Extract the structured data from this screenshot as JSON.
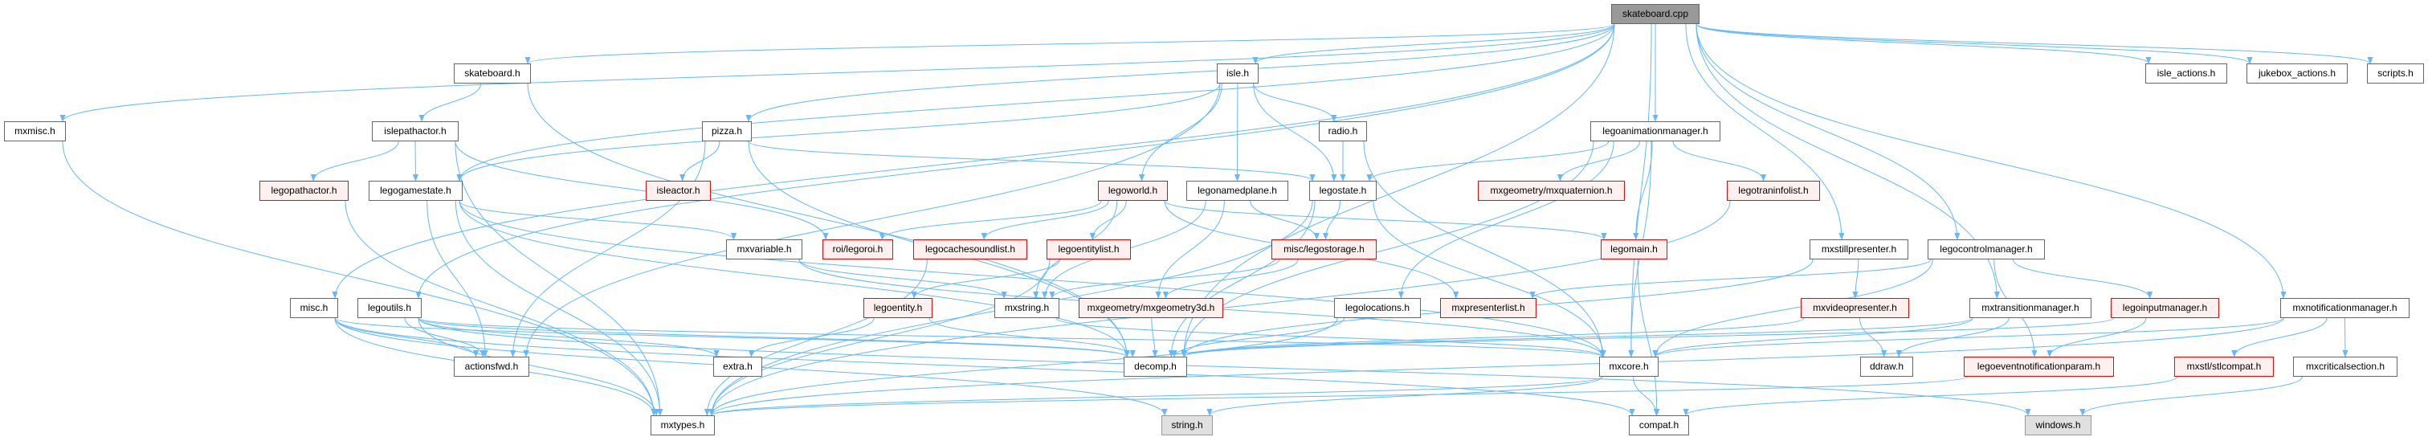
{
  "colors": {
    "edge": "#63b8ff",
    "border": "#666666",
    "incomplete_border": "#ff0000",
    "incomplete_fill": "#fff0f0",
    "system_fill": "#e0e0e0",
    "root_fill": "#999999"
  },
  "nodes": {
    "skateboard_cpp": {
      "label": "skateboard.cpp",
      "kind": "root"
    },
    "mxmisc_h": {
      "label": "mxmisc.h",
      "kind": "normal"
    },
    "skateboard_h": {
      "label": "skateboard.h",
      "kind": "normal"
    },
    "islepathactor_h": {
      "label": "islepathactor.h",
      "kind": "normal"
    },
    "legopathactor_h": {
      "label": "legopathactor.h",
      "kind": "red"
    },
    "legogamestate_h": {
      "label": "legogamestate.h",
      "kind": "normal"
    },
    "misc_h": {
      "label": "misc.h",
      "kind": "normal"
    },
    "legoutils_h": {
      "label": "legoutils.h",
      "kind": "normal"
    },
    "actionsfwd_h": {
      "label": "actionsfwd.h",
      "kind": "normal"
    },
    "pizza_h": {
      "label": "pizza.h",
      "kind": "normal"
    },
    "isleactor_h": {
      "label": "isleactor.h",
      "kind": "red"
    },
    "isle_h": {
      "label": "isle.h",
      "kind": "normal"
    },
    "legoworld_h": {
      "label": "legoworld.h",
      "kind": "red"
    },
    "legonamedplane_h": {
      "label": "legonamedplane.h",
      "kind": "normal"
    },
    "mxvariable_h": {
      "label": "mxvariable.h",
      "kind": "normal"
    },
    "legoroi_h": {
      "label": "roi/legoroi.h",
      "kind": "red"
    },
    "legocachesoundlist_h": {
      "label": "legocachesoundlist.h",
      "kind": "red"
    },
    "legoentitylist_h": {
      "label": "legoentitylist.h",
      "kind": "red"
    },
    "legoentity_h": {
      "label": "legoentity.h",
      "kind": "red"
    },
    "mxstring_h": {
      "label": "mxstring.h",
      "kind": "normal"
    },
    "mxgeometry3d_h": {
      "label": "mxgeometry/mxgeometry3d.h",
      "kind": "red"
    },
    "extra_h": {
      "label": "extra.h",
      "kind": "normal"
    },
    "decomp_h": {
      "label": "decomp.h",
      "kind": "normal"
    },
    "mxtypes_h": {
      "label": "mxtypes.h",
      "kind": "normal"
    },
    "string_h": {
      "label": "string.h",
      "kind": "system"
    },
    "radio_h": {
      "label": "radio.h",
      "kind": "normal"
    },
    "legoanimationmanager_h": {
      "label": "legoanimationmanager.h",
      "kind": "normal"
    },
    "legostate_h": {
      "label": "legostate.h",
      "kind": "normal"
    },
    "mxquaternion_h": {
      "label": "mxgeometry/mxquaternion.h",
      "kind": "red"
    },
    "legotraninfolist_h": {
      "label": "legotraninfolist.h",
      "kind": "red"
    },
    "legostorage_h": {
      "label": "misc/legostorage.h",
      "kind": "red"
    },
    "legomain_h": {
      "label": "legomain.h",
      "kind": "red"
    },
    "mxstillpresenter_h": {
      "label": "mxstillpresenter.h",
      "kind": "normal"
    },
    "legolocations_h": {
      "label": "legolocations.h",
      "kind": "normal"
    },
    "mxpresenterlist_h": {
      "label": "mxpresenterlist.h",
      "kind": "red"
    },
    "mxvideopresenter_h": {
      "label": "mxvideopresenter.h",
      "kind": "red"
    },
    "mxcore_h": {
      "label": "mxcore.h",
      "kind": "normal"
    },
    "compat_h": {
      "label": "compat.h",
      "kind": "normal"
    },
    "isle_actions_h": {
      "label": "isle_actions.h",
      "kind": "normal"
    },
    "jukebox_actions_h": {
      "label": "jukebox_actions.h",
      "kind": "normal"
    },
    "scripts_h": {
      "label": "scripts.h",
      "kind": "normal"
    },
    "legocontrolmanager_h": {
      "label": "legocontrolmanager.h",
      "kind": "normal"
    },
    "mxtransitionmanager_h": {
      "label": "mxtransitionmanager.h",
      "kind": "normal"
    },
    "legoinputmanager_h": {
      "label": "legoinputmanager.h",
      "kind": "red"
    },
    "mxnotificationmanager_h": {
      "label": "mxnotificationmanager.h",
      "kind": "normal"
    },
    "ddraw_h": {
      "label": "ddraw.h",
      "kind": "normal"
    },
    "legoeventnotificationparam_h": {
      "label": "legoeventnotificationparam.h",
      "kind": "red"
    },
    "stlcompat_h": {
      "label": "mxstl/stlcompat.h",
      "kind": "red"
    },
    "mxcriticalsection_h": {
      "label": "mxcriticalsection.h",
      "kind": "normal"
    },
    "windows_h": {
      "label": "windows.h",
      "kind": "system"
    }
  },
  "edges": [
    [
      "skateboard_cpp",
      "mxmisc_h"
    ],
    [
      "skateboard_cpp",
      "skateboard_h"
    ],
    [
      "skateboard_cpp",
      "misc_h"
    ],
    [
      "skateboard_cpp",
      "legoutils_h"
    ],
    [
      "skateboard_cpp",
      "decomp_h"
    ],
    [
      "skateboard_cpp",
      "pizza_h"
    ],
    [
      "skateboard_cpp",
      "isle_h"
    ],
    [
      "skateboard_cpp",
      "legogamestate_h"
    ],
    [
      "skateboard_cpp",
      "legoanimationmanager_h"
    ],
    [
      "skateboard_cpp",
      "mxstillpresenter_h"
    ],
    [
      "skateboard_cpp",
      "legocontrolmanager_h"
    ],
    [
      "skateboard_cpp",
      "mxtransitionmanager_h"
    ],
    [
      "skateboard_cpp",
      "mxnotificationmanager_h"
    ],
    [
      "skateboard_cpp",
      "mxcore_h"
    ],
    [
      "skateboard_cpp",
      "isle_actions_h"
    ],
    [
      "skateboard_cpp",
      "jukebox_actions_h"
    ],
    [
      "skateboard_cpp",
      "scripts_h"
    ],
    [
      "skateboard_h",
      "islepathactor_h"
    ],
    [
      "skateboard_h",
      "decomp_h"
    ],
    [
      "islepathactor_h",
      "legopathactor_h"
    ],
    [
      "islepathactor_h",
      "legogamestate_h"
    ],
    [
      "islepathactor_h",
      "legoroi_h"
    ],
    [
      "islepathactor_h",
      "mxtypes_h"
    ],
    [
      "legopathactor_h",
      "mxtypes_h"
    ],
    [
      "legogamestate_h",
      "actionsfwd_h"
    ],
    [
      "legogamestate_h",
      "decomp_h"
    ],
    [
      "legogamestate_h",
      "mxtypes_h"
    ],
    [
      "legogamestate_h",
      "mxvariable_h"
    ],
    [
      "legogamestate_h",
      "mxcore_h"
    ],
    [
      "misc_h",
      "actionsfwd_h"
    ],
    [
      "misc_h",
      "decomp_h"
    ],
    [
      "misc_h",
      "mxtypes_h"
    ],
    [
      "misc_h",
      "compat_h"
    ],
    [
      "misc_h",
      "string_h"
    ],
    [
      "legoutils_h",
      "actionsfwd_h"
    ],
    [
      "legoutils_h",
      "decomp_h"
    ],
    [
      "legoutils_h",
      "extra_h"
    ],
    [
      "legoutils_h",
      "mxtypes_h"
    ],
    [
      "legoutils_h",
      "windows_h"
    ],
    [
      "legoutils_h",
      "mxcore_h"
    ],
    [
      "mxmisc_h",
      "mxtypes_h"
    ],
    [
      "pizza_h",
      "isleactor_h"
    ],
    [
      "pizza_h",
      "legostate_h"
    ],
    [
      "pizza_h",
      "decomp_h"
    ],
    [
      "pizza_h",
      "actionsfwd_h"
    ],
    [
      "isle_h",
      "legoworld_h"
    ],
    [
      "isle_h",
      "legonamedplane_h"
    ],
    [
      "isle_h",
      "legostate_h"
    ],
    [
      "isle_h",
      "radio_h"
    ],
    [
      "isle_h",
      "actionsfwd_h"
    ],
    [
      "isle_h",
      "legogamestate_h"
    ],
    [
      "radio_h",
      "legostate_h"
    ],
    [
      "radio_h",
      "mxcore_h"
    ],
    [
      "legoworld_h",
      "legoroi_h"
    ],
    [
      "legoworld_h",
      "legocachesoundlist_h"
    ],
    [
      "legoworld_h",
      "legoentitylist_h"
    ],
    [
      "legoworld_h",
      "mxstring_h"
    ],
    [
      "legoworld_h",
      "legomain_h"
    ],
    [
      "legoworld_h",
      "mxpresenterlist_h"
    ],
    [
      "legonamedplane_h",
      "legostorage_h"
    ],
    [
      "legonamedplane_h",
      "mxgeometry3d_h"
    ],
    [
      "legonamedplane_h",
      "mxstring_h"
    ],
    [
      "legostate_h",
      "legostorage_h"
    ],
    [
      "legostate_h",
      "decomp_h"
    ],
    [
      "legostate_h",
      "mxcore_h"
    ],
    [
      "legostate_h",
      "mxtypes_h"
    ],
    [
      "legoentitylist_h",
      "legoentity_h"
    ],
    [
      "legoentitylist_h",
      "mxtypes_h"
    ],
    [
      "legocachesoundlist_h",
      "mxtypes_h"
    ],
    [
      "legoentity_h",
      "decomp_h"
    ],
    [
      "legoentity_h",
      "extra_h"
    ],
    [
      "mxvariable_h",
      "mxstring_h"
    ],
    [
      "mxvariable_h",
      "mxcore_h"
    ],
    [
      "legostorage_h",
      "mxgeometry3d_h"
    ],
    [
      "legostorage_h",
      "mxstring_h"
    ],
    [
      "mxstring_h",
      "mxcore_h"
    ],
    [
      "mxgeometry3d_h",
      "decomp_h"
    ],
    [
      "mxcore_h",
      "compat_h"
    ],
    [
      "mxcore_h",
      "mxtypes_h"
    ],
    [
      "mxcore_h",
      "string_h"
    ],
    [
      "legoanimationmanager_h",
      "legostate_h"
    ],
    [
      "legoanimationmanager_h",
      "mxquaternion_h"
    ],
    [
      "legoanimationmanager_h",
      "legotraninfolist_h"
    ],
    [
      "legoanimationmanager_h",
      "legomain_h"
    ],
    [
      "legoanimationmanager_h",
      "mxcore_h"
    ],
    [
      "legoanimationmanager_h",
      "decomp_h"
    ],
    [
      "legoanimationmanager_h",
      "legolocations_h"
    ],
    [
      "legotraninfolist_h",
      "mxtypes_h"
    ],
    [
      "legomain_h",
      "compat_h"
    ],
    [
      "legolocations_h",
      "decomp_h"
    ],
    [
      "legolocations_h",
      "mxtypes_h"
    ],
    [
      "mxstillpresenter_h",
      "mxvideopresenter_h"
    ],
    [
      "mxstillpresenter_h",
      "decomp_h"
    ],
    [
      "mxvideopresenter_h",
      "ddraw_h"
    ],
    [
      "mxvideopresenter_h",
      "decomp_h"
    ],
    [
      "legocontrolmanager_h",
      "legoinputmanager_h"
    ],
    [
      "legocontrolmanager_h",
      "legoeventnotificationparam_h"
    ],
    [
      "legocontrolmanager_h",
      "mxcore_h"
    ],
    [
      "legocontrolmanager_h",
      "mxpresenterlist_h"
    ],
    [
      "mxtransitionmanager_h",
      "ddraw_h"
    ],
    [
      "mxtransitionmanager_h",
      "decomp_h"
    ],
    [
      "mxtransitionmanager_h",
      "mxcore_h"
    ],
    [
      "legoinputmanager_h",
      "legoeventnotificationparam_h"
    ],
    [
      "legoinputmanager_h",
      "decomp_h"
    ],
    [
      "legoeventnotificationparam_h",
      "mxtypes_h"
    ],
    [
      "mxnotificationmanager_h",
      "mxcore_h"
    ],
    [
      "mxnotificationmanager_h",
      "mxcriticalsection_h"
    ],
    [
      "mxnotificationmanager_h",
      "stlcompat_h"
    ],
    [
      "mxnotificationmanager_h",
      "mxtypes_h"
    ],
    [
      "stlcompat_h",
      "compat_h"
    ],
    [
      "mxcriticalsection_h",
      "windows_h"
    ]
  ]
}
